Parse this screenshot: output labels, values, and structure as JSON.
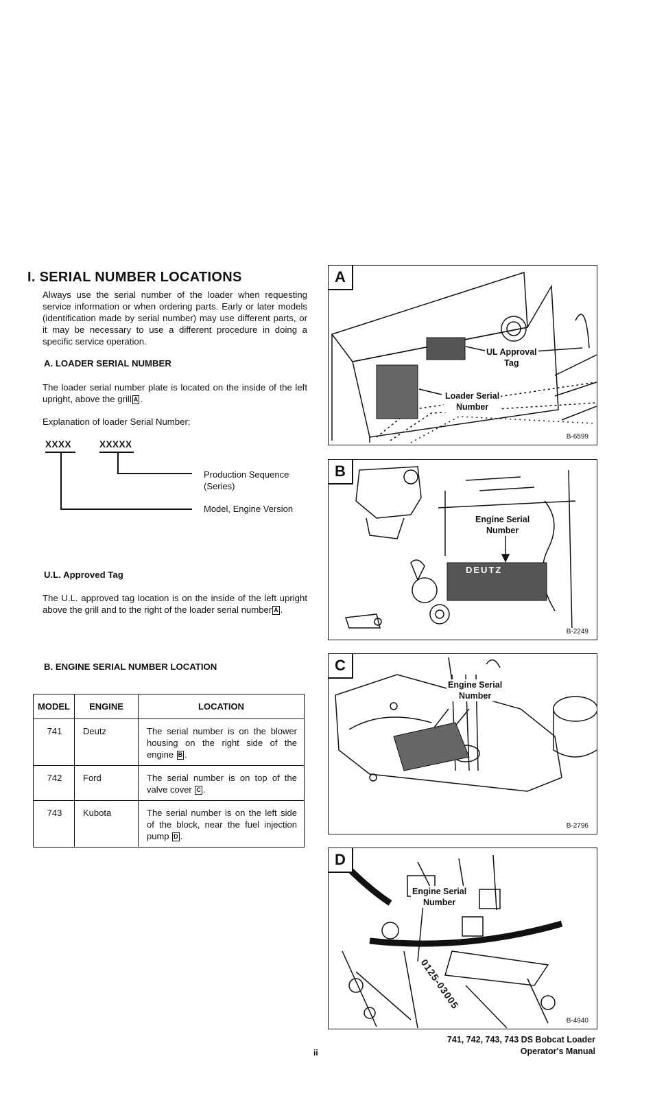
{
  "heading": "I.  SERIAL NUMBER LOCATIONS",
  "intro": "Always use the serial number of the loader when requesting service information or when ordering parts. Early or later models (identification made by serial number) may use different parts, or it may be necessary to use a different procedure in doing a specific service operation.",
  "loader_section": {
    "title": "A.  LOADER SERIAL NUMBER",
    "text": "The loader serial number plate is located on the inside of the left upright, above the grill",
    "ref": "A",
    "explanation": "Explanation of loader Serial Number:",
    "part1": "XXXX",
    "part2": "XXXXX",
    "label_sequence_1": "Production Sequence",
    "label_sequence_2": "(Series)",
    "label_model": "Model, Engine Version"
  },
  "ul_section": {
    "title": "U.L. Approved Tag",
    "text": "The U.L. approved tag location is on the inside of the left upright above the grill and to the right of the loader serial number",
    "ref": "A"
  },
  "engine_section": {
    "title": "B.  ENGINE SERIAL NUMBER LOCATION",
    "headers": [
      "MODEL",
      "ENGINE",
      "LOCATION"
    ],
    "rows": [
      {
        "model": "741",
        "engine": "Deutz",
        "location": "The serial number is on the blower housing on the right side of the engine",
        "ref": "B"
      },
      {
        "model": "742",
        "engine": "Ford",
        "location": "The serial number is on top of the valve cover",
        "ref": "C"
      },
      {
        "model": "743",
        "engine": "Kubota",
        "location": "The serial number is on the left side of the block, near the fuel injection pump",
        "ref": "D"
      }
    ]
  },
  "figures": {
    "a": {
      "letter": "A",
      "callout1": "UL Approval\nTag",
      "callout2": "Loader Serial\nNumber",
      "code": "B-6599"
    },
    "b": {
      "letter": "B",
      "callout": "Engine Serial\nNumber",
      "plate": "DEUTZ",
      "code": "B-2249"
    },
    "c": {
      "letter": "C",
      "callout": "Engine Serial\nNumber",
      "code": "B-2796"
    },
    "d": {
      "letter": "D",
      "callout": "Engine Serial\nNumber",
      "stamp": "0125-03005",
      "code": "B-4940"
    }
  },
  "footer": {
    "line1": "741, 742, 743, 743 DS Bobcat Loader",
    "line2": "Operator's Manual",
    "page": "ii"
  }
}
